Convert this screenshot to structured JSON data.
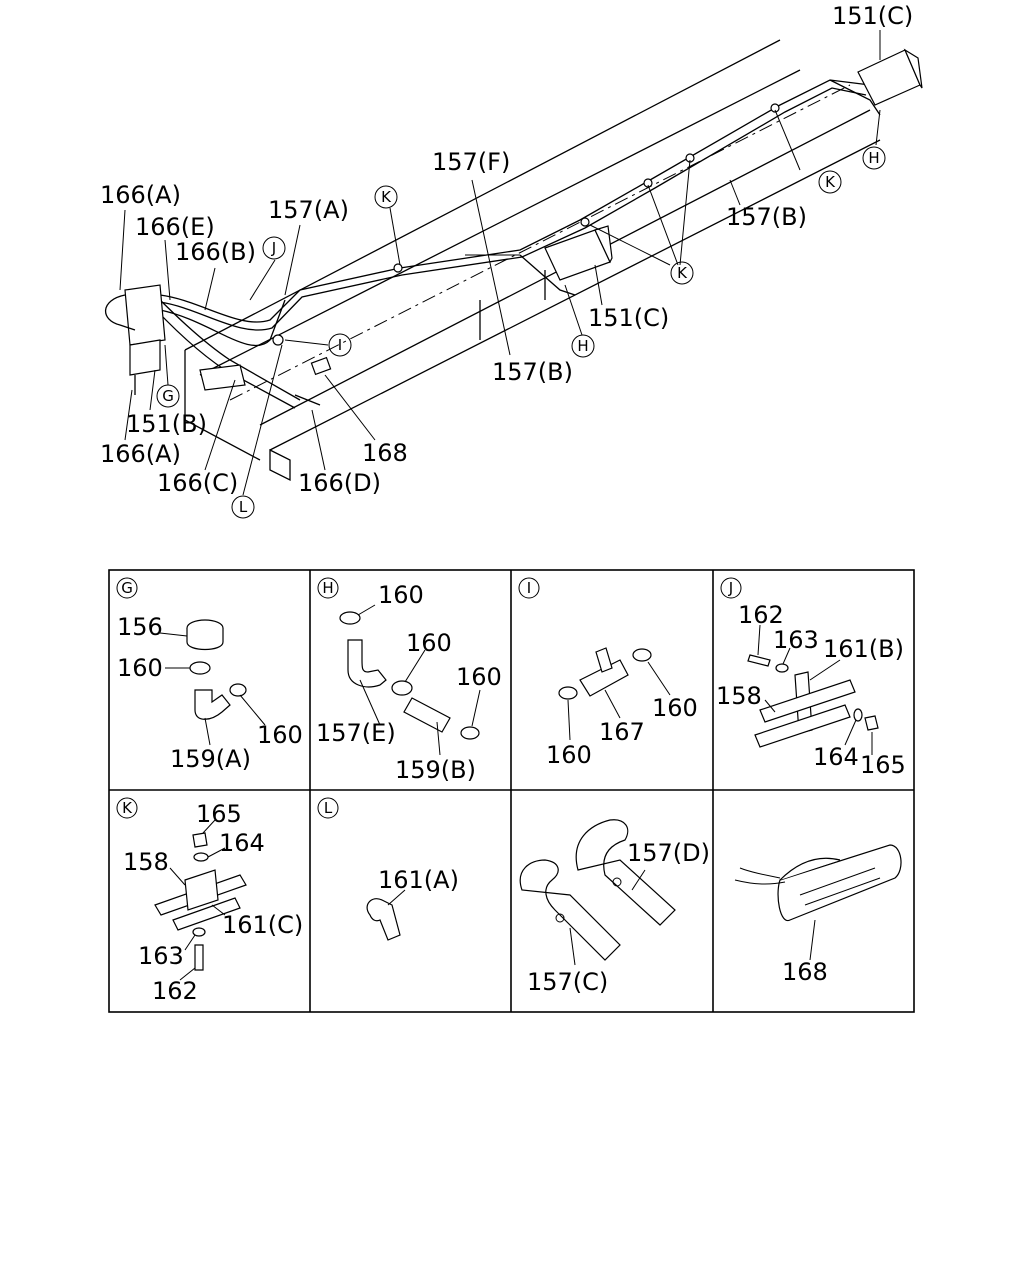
{
  "overview_labels": {
    "p151c_top": "151(C)",
    "p166a_top": "166(A)",
    "p166e": "166(E)",
    "p166b": "166(B)",
    "p157a": "157(A)",
    "p157f": "157(F)",
    "p157b_right": "157(B)",
    "p151c_mid": "151(C)",
    "p157b_mid": "157(B)",
    "p168": "168",
    "p166d": "166(D)",
    "p166c": "166(C)",
    "p166a_bottom": "166(A)",
    "p151b": "151(B)"
  },
  "callouts": {
    "k1": "K",
    "k2": "K",
    "k3": "K",
    "h1": "H",
    "h2": "H",
    "j": "J",
    "i": "I",
    "g": "G",
    "l": "L"
  },
  "detail_panels": {
    "g": {
      "letter": "G",
      "labels": [
        "156",
        "160",
        "160",
        "159(A)"
      ]
    },
    "h": {
      "letter": "H",
      "labels": [
        "160",
        "160",
        "160",
        "157(E)",
        "159(B)"
      ]
    },
    "i": {
      "letter": "I",
      "labels": [
        "160",
        "160",
        "167"
      ]
    },
    "j": {
      "letter": "J",
      "labels": [
        "162",
        "163",
        "161(B)",
        "158",
        "164",
        "165"
      ]
    },
    "k": {
      "letter": "K",
      "labels": [
        "165",
        "164",
        "158",
        "161(C)",
        "163",
        "162"
      ]
    },
    "l": {
      "letter": "L",
      "labels": [
        "161(A)"
      ]
    },
    "c": {
      "labels": [
        "157(D)",
        "157(C)"
      ]
    },
    "t": {
      "labels": [
        "168"
      ]
    }
  }
}
